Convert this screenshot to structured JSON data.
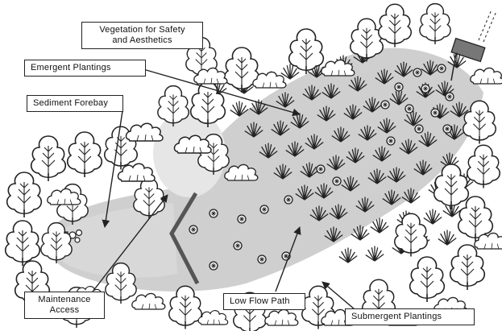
{
  "labels": {
    "vegetation": [
      "Vegetation for Safety",
      "and Aesthetics"
    ],
    "emergent": "Emergent Plantings",
    "forebay": "Sediment Forebay",
    "maintenance": [
      "Maintenance",
      "Access"
    ],
    "lowflow": "Low Flow Path",
    "submergent": "Submergent Plantings"
  },
  "colors": {
    "ink": "#222222",
    "pond": "#cfcfcf",
    "pond_light": "#e4e4e4",
    "berm": "#555555",
    "sign": "#777777"
  }
}
